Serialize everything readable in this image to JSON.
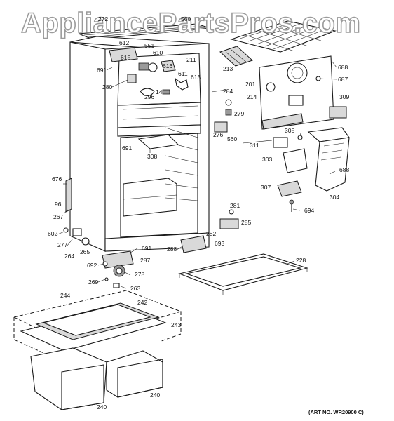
{
  "watermark": "AppliancePartsPros.com",
  "art_number": "(ART NO. WR20900 C)",
  "part_labels": [
    "272",
    "560",
    "612",
    "551",
    "610",
    "615",
    "616",
    "691",
    "211",
    "611",
    "613",
    "280",
    "14",
    "296",
    "213",
    "688",
    "201",
    "687",
    "214",
    "309",
    "284",
    "279",
    "276",
    "560",
    "305",
    "311",
    "303",
    "688",
    "307",
    "304",
    "694",
    "691",
    "308",
    "676",
    "96",
    "267",
    "602",
    "277",
    "265",
    "264",
    "691",
    "287",
    "692",
    "278",
    "269",
    "263",
    "281",
    "285",
    "282",
    "693",
    "288",
    "228",
    "244",
    "242",
    "243",
    "240",
    "240"
  ]
}
